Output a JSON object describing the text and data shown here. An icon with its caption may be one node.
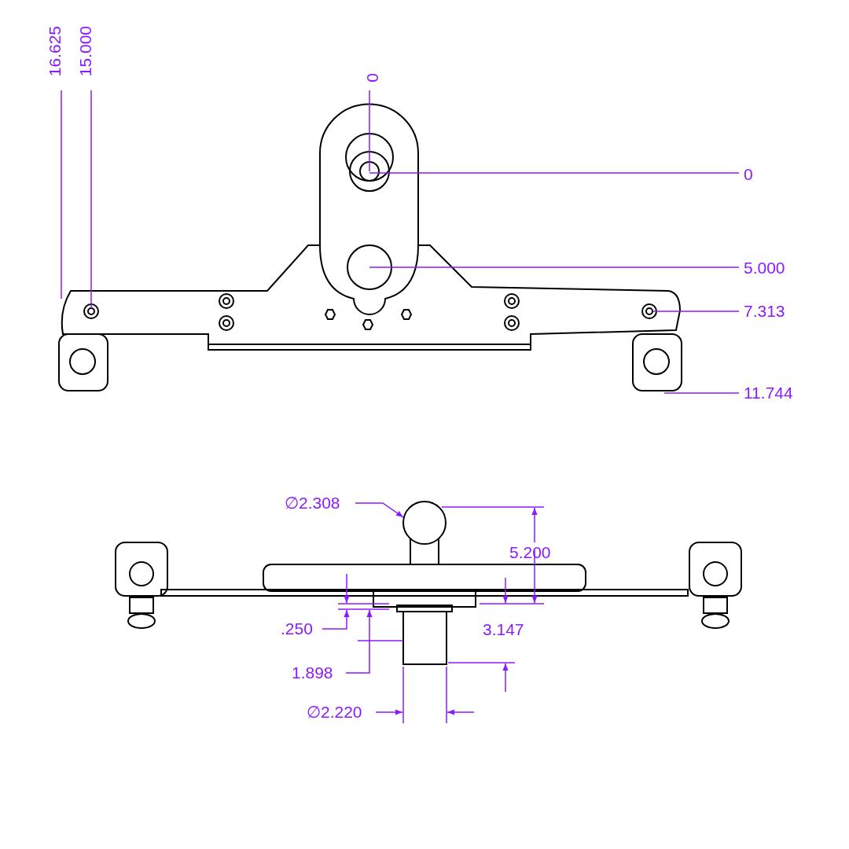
{
  "diagram": {
    "labels": [
      "16.625",
      "15.000",
      "0",
      "0",
      "5.000",
      "7.313",
      "11.744",
      "∅2.308",
      "5.200",
      ".250",
      "3.147",
      "1.898",
      "∅2.220"
    ]
  }
}
